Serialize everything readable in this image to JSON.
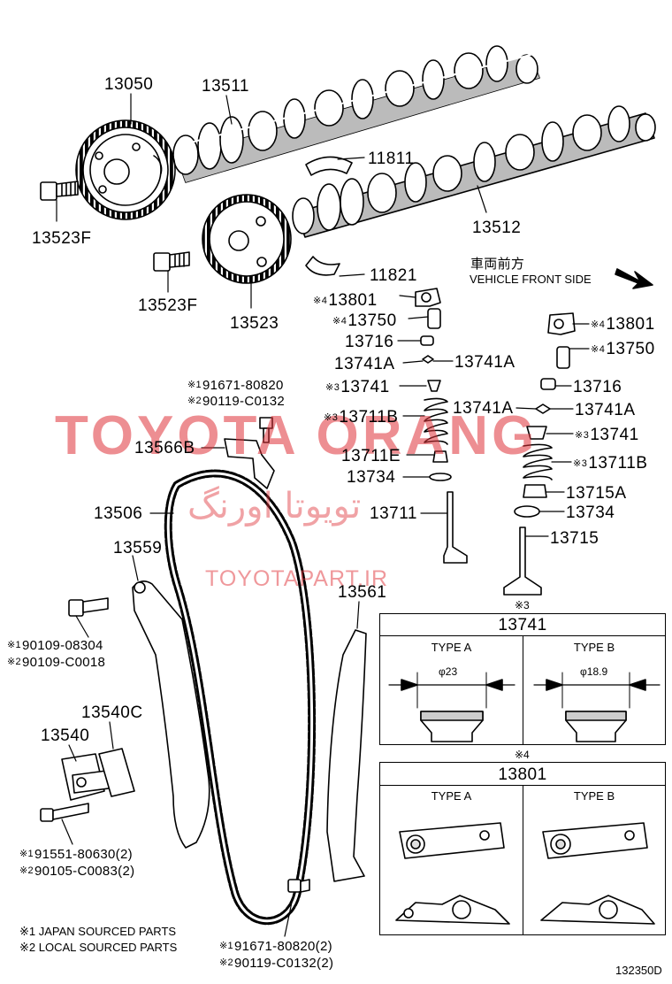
{
  "labels": {
    "p13050": "13050",
    "p13511": "13511",
    "p13523F_a": "13523F",
    "p13523F_b": "13523F",
    "p13523": "13523",
    "p11811": "11811",
    "p13512": "13512",
    "p11821": "11821",
    "p13801_l": "13801",
    "p13750_l": "13750",
    "p13716_l": "13716",
    "p13741A_l1": "13741A",
    "p13741A_l2": "13741A",
    "p13741_l": "13741",
    "p13711B_l": "13711B",
    "p13711E": "13711E",
    "p13734_l": "13734",
    "p13711": "13711",
    "p13801_r": "13801",
    "p13750_r": "13750",
    "p13716_r": "13716",
    "p13741A_r1": "13741A",
    "p13741A_r2": "13741A",
    "p13741_r": "13741",
    "p13711B_r": "13711B",
    "p13715A": "13715A",
    "p13734_r": "13734",
    "p13715": "13715",
    "p13566B": "13566B",
    "p13506": "13506",
    "p13559": "13559",
    "p13540C": "13540C",
    "p13540": "13540",
    "p13561": "13561",
    "bolt_a1": "91671-80820",
    "bolt_a2": "90119-C0132",
    "bolt_b1": "90109-08304",
    "bolt_b2": "90109-C0018",
    "bolt_c1": "91551-80630(2)",
    "bolt_c2": "90105-C0083(2)",
    "bolt_d1": "91671-80820(2)",
    "bolt_d2": "90119-C0132(2)"
  },
  "marks": {
    "m1": "※1",
    "m2": "※2",
    "m3": "※3",
    "m4": "※4"
  },
  "direction": {
    "jp": "車両前方",
    "en": "VEHICLE FRONT SIDE"
  },
  "watermark": {
    "brand": "TOYOTA ORANG",
    "persian": "تویوتا اورنگ",
    "site": "TOYOTAPART.IR"
  },
  "table_13741": {
    "title": "13741",
    "type_a": "TYPE A",
    "type_b": "TYPE B",
    "dim_a": "φ23",
    "dim_b": "φ18.9"
  },
  "table_13801": {
    "title": "13801",
    "type_a": "TYPE A",
    "type_b": "TYPE B"
  },
  "legend": {
    "l1": "JAPAN SOURCED PARTS",
    "l2": "LOCAL SOURCED PARTS"
  },
  "diagram_code": "132350D"
}
